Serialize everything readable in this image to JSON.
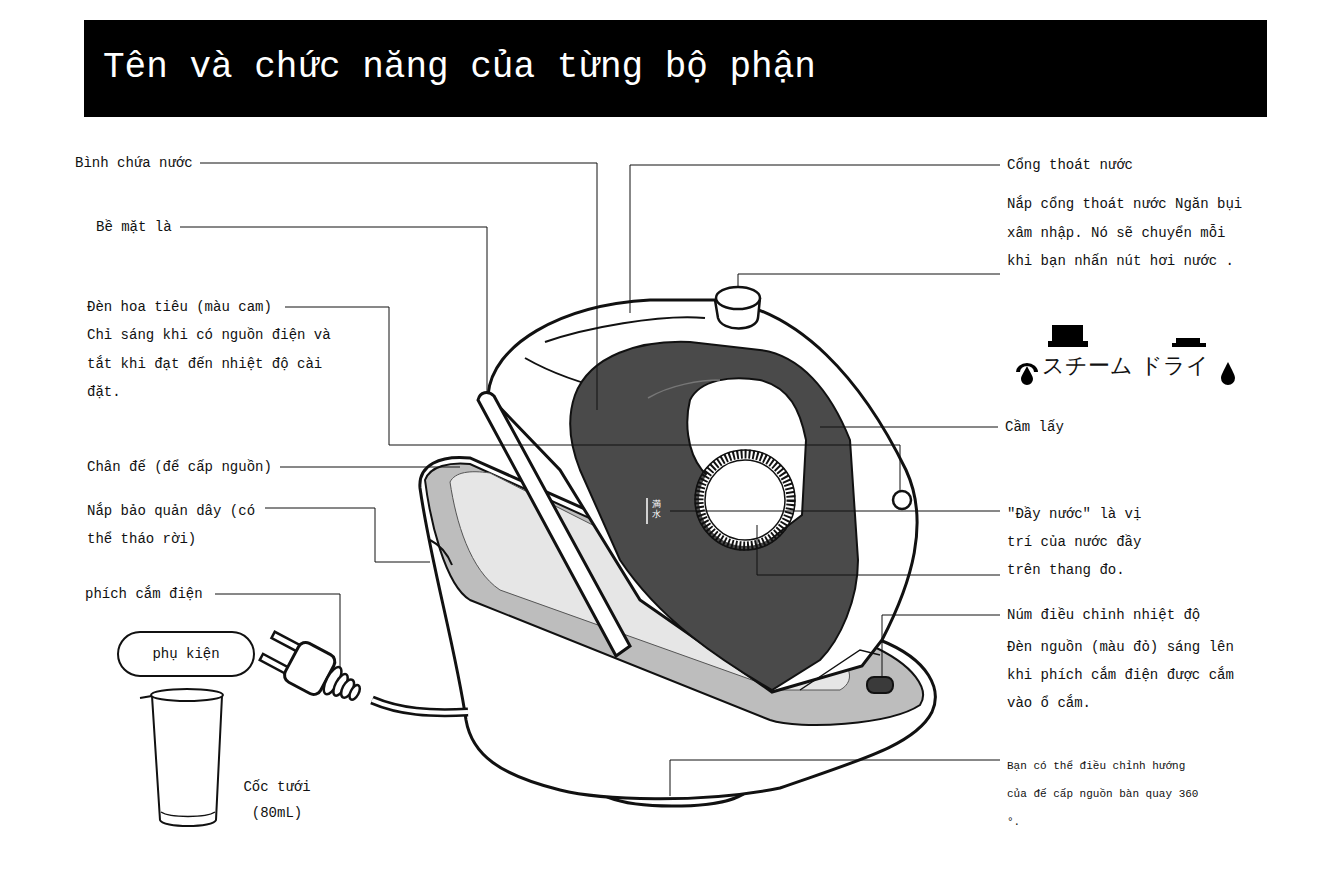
{
  "diagram": {
    "title": "Tên và chức năng của từng bộ phận",
    "nodes": [
      {
        "text": [
          "phụ kiện"
        ]
      }
    ],
    "labels": [
      "Bình chứa nước",
      "Bề mặt là",
      "Đèn hoa tiêu (màu cam)",
      "Chỉ sáng khi có nguồn điện và tắt khi đạt đến nhiệt độ cài đặt.",
      "Chân đế (để cấp nguồn)",
      "Nắp bảo quản dây (có thể tháo rời)",
      "phích cắm điện",
      "Cốc tưới (80mL)",
      "Cổng thoát nước",
      "Nắp cổng thoát nước Ngăn bụi xâm nhập. Nó sẽ chuyển mỗi khi bạn nhấn nút hơi nước .",
      "スチーム",
      "ドライ",
      "Cầm lấy",
      "\"Đầy nước\" là vị trí của nước đầy trên thang đo.",
      "Núm điều chỉnh nhiệt độ",
      "Đèn nguồn (màu đỏ) sáng lên khi phích cắm điện được cắm vào ổ cắm.",
      "Bạn có thể điều chỉnh hướng của đế cấp nguồn bàn quay 360 °.",
      "満水"
    ]
  }
}
